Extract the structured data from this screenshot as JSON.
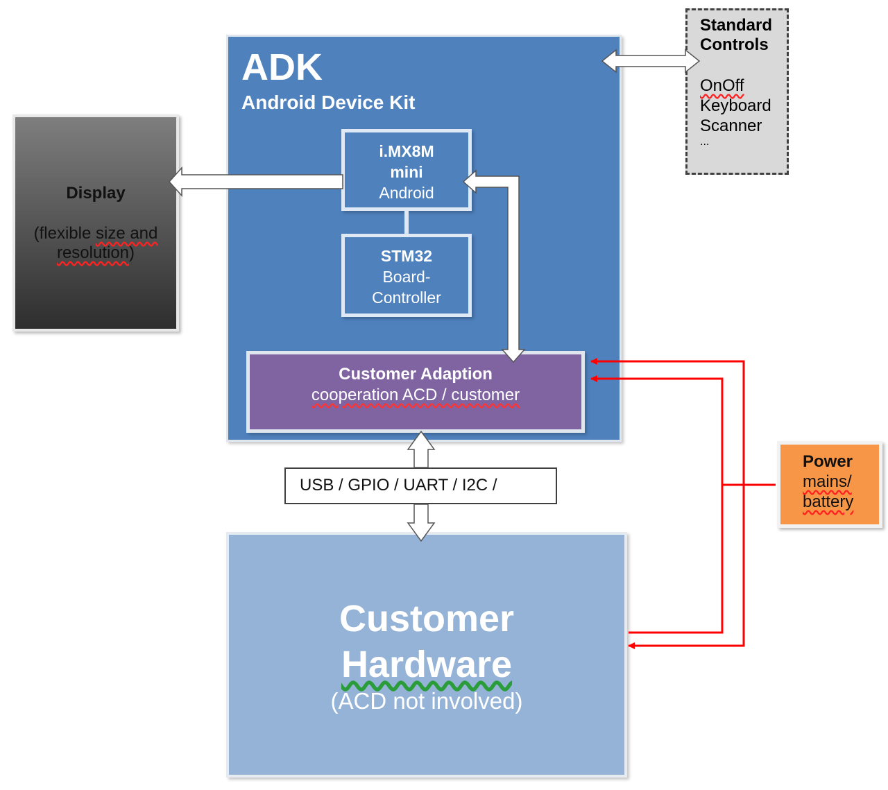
{
  "adk": {
    "title": "ADK",
    "subtitle": "Android Device Kit",
    "imx": {
      "line1": "i.MX8M",
      "line2": "mini",
      "line3": "Android"
    },
    "stm": {
      "line1": "STM32",
      "line2": "Board-",
      "line3": "Controller"
    },
    "customer_adaption": {
      "title": "Customer Adaption",
      "subtitle": "cooperation ACD / customer"
    }
  },
  "display": {
    "title": "Display",
    "note_prefix": "(flexible ",
    "note_word1": "size and",
    "note_word2": "resolution",
    "note_suffix": ")"
  },
  "standard_controls": {
    "title": "Standard Controls",
    "items": [
      "OnOff",
      "Keyboard",
      "Scanner",
      "..."
    ]
  },
  "bus": {
    "label": "USB / GPIO  / UART / I2C /"
  },
  "customer_hardware": {
    "line1": "Customer",
    "line2": "Hardware",
    "line3": "(ACD not involved)"
  },
  "power": {
    "title": "Power",
    "line2": "mains/",
    "line3": "battery"
  },
  "colors": {
    "adk_blue": "#4f81bd",
    "customer_purple": "#8064a2",
    "hardware_blue": "#95b3d7",
    "power_orange": "#f79646",
    "power_lines": "#ff0000"
  }
}
